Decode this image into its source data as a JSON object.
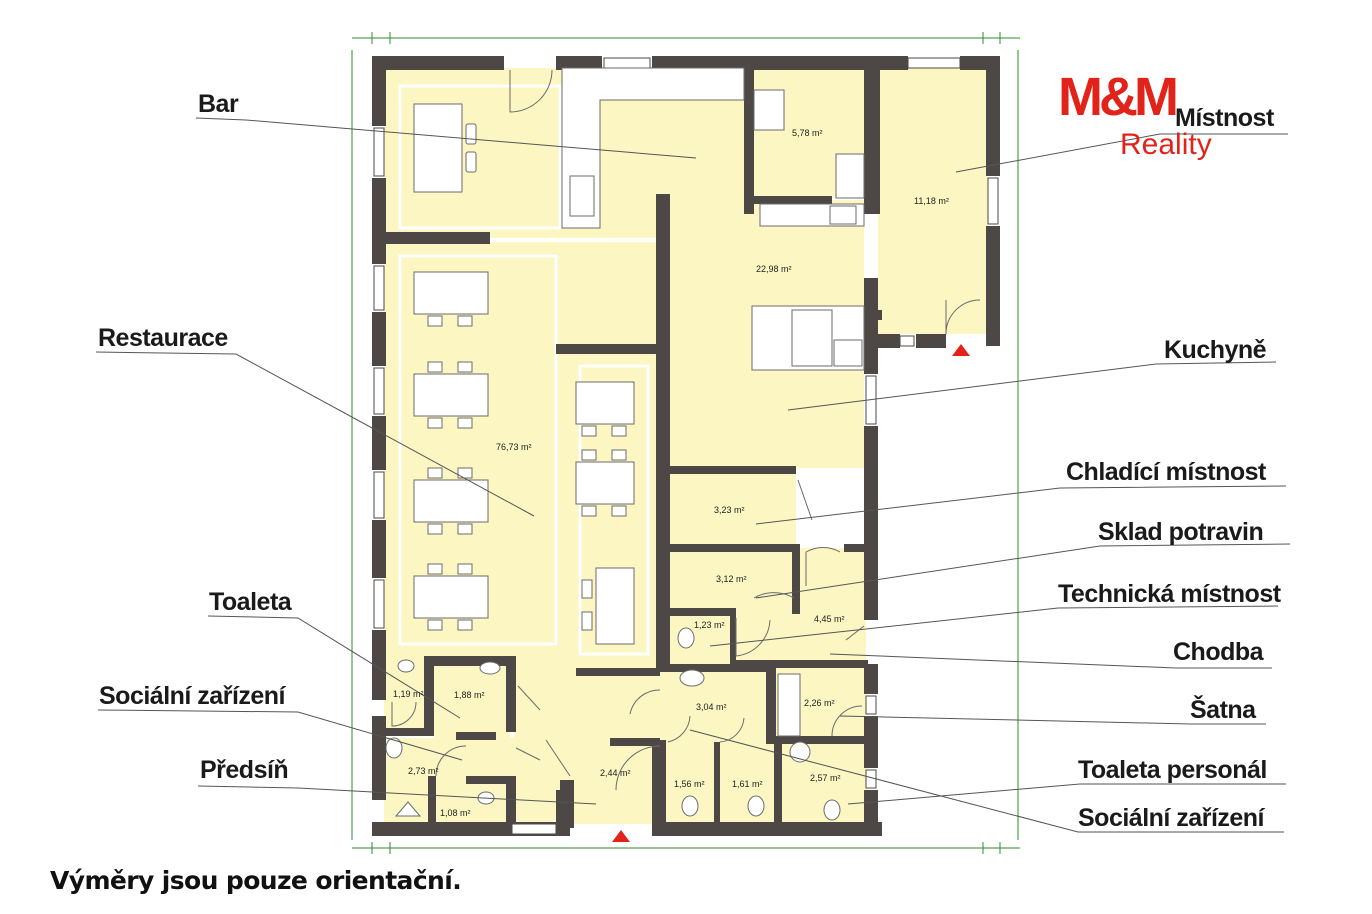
{
  "labels": {
    "bar": "Bar",
    "restaurace": "Restaurace",
    "toaleta": "Toaleta",
    "socialni_zarizeni_left": "Sociální zařízení",
    "predsin": "Předsíň",
    "mistnost": "Místnost",
    "kuchyne": "Kuchyně",
    "chladici_mistnost": "Chladící místnost",
    "sklad_potravin": "Sklad potravin",
    "technicka_mistnost": "Technická místnost",
    "chodba": "Chodba",
    "satna": "Šatna",
    "toaleta_personal": "Toaleta personál",
    "socialni_zarizeni_right": "Sociální zařízení"
  },
  "areas": {
    "a578": "5,78 m²",
    "a1118": "11,18 m²",
    "a2298": "22,98 m²",
    "a7673": "76,73 m²",
    "a323": "3,23 m²",
    "a312": "3,12 m²",
    "a123": "1,23 m²",
    "a445": "4,45 m²",
    "a119": "1,19 m²",
    "a188": "1,88 m²",
    "a304": "3,04 m²",
    "a226": "2,26 m²",
    "a273": "2,73 m²",
    "a244": "2,44 m²",
    "a156": "1,56 m²",
    "a161": "1,61 m²",
    "a257": "2,57 m²",
    "a108": "1,08 m²"
  },
  "logo": {
    "brand": "M&M",
    "sub": "Reality"
  },
  "footnote": "Výměry jsou pouze orientační.",
  "colors": {
    "wall": "#4d4846",
    "floor": "#fbf6c2",
    "brand_red": "#e2231a",
    "dimension_green": "#1b7a1b",
    "entrance_marker": "#e2231a"
  }
}
